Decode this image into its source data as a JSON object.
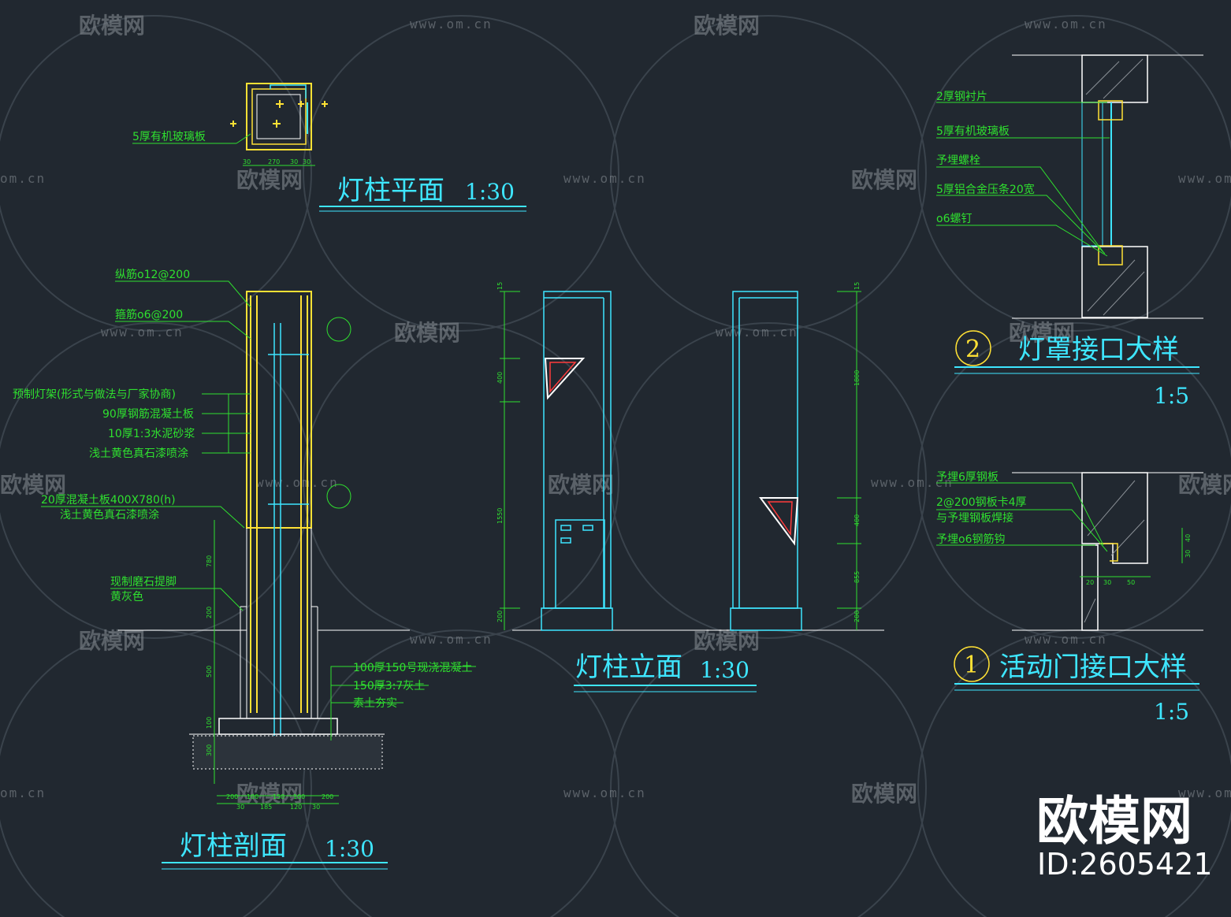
{
  "titles": {
    "plan": "灯柱平面",
    "plan_scale": "1:30",
    "section": "灯柱剖面",
    "section_scale": "1:30",
    "elevation": "灯柱立面",
    "elevation_scale": "1:30",
    "detail2": "灯罩接口大样",
    "detail2_num": "2",
    "detail2_scale": "1:5",
    "detail1": "活动门接口大样",
    "detail1_num": "1",
    "detail1_scale": "1:5"
  },
  "plan_labels": {
    "glass": "5厚有机玻璃板",
    "dims": [
      "30",
      "270",
      "30",
      "30"
    ]
  },
  "section_labels": [
    "纵筋o12@200",
    "箍筋o6@200",
    "预制灯架(形式与做法与厂家协商)",
    "90厚钢筋混凝土板",
    "10厚1:3水泥砂浆",
    "浅土黄色真石漆喷涂",
    "20厚混凝土板400X780(h)",
    "浅土黄色真石漆喷涂",
    "现制磨石提脚",
    "黄灰色",
    "100厚150号现浇混凝土",
    "150厚3:7灰土",
    "素土夯实"
  ],
  "section_dims": {
    "vertical": [
      "780",
      "200",
      "500",
      "100",
      "300"
    ],
    "bottom": [
      "200",
      "100",
      "150",
      "100",
      "200",
      "30",
      "185",
      "120",
      "30"
    ]
  },
  "elevation_dims": {
    "left": [
      "15",
      "400",
      "1550",
      "200"
    ],
    "right": [
      "15",
      "1800",
      "400",
      "855",
      "200"
    ]
  },
  "detail2_labels": [
    "2厚钢衬片",
    "5厚有机玻璃板",
    "予埋螺栓",
    "5厚铝合金压条20宽",
    "o6螺钉"
  ],
  "detail1_labels": [
    "予埋6厚钢板",
    "2@200钢板卡4厚",
    "与予埋钢板焊接",
    "予埋o6钢筋钩"
  ],
  "detail1_dims": [
    "20",
    "30",
    "50",
    "40",
    "30"
  ],
  "watermark": {
    "brand": "欧模网",
    "url": "www.om.cn",
    "url_fragment": "om.cn"
  },
  "logo": {
    "brand": "欧模网",
    "id": "ID:2605421"
  },
  "colors": {
    "background": "#212830",
    "cyan": "#3ee6ff",
    "green": "#2fe02f",
    "yellow": "#ffe135",
    "white": "#ffffff",
    "red": "#ff3b3b"
  }
}
